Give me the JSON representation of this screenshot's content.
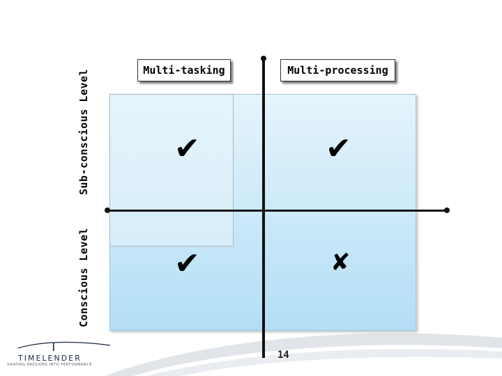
{
  "headers": {
    "multitasking": "Multi-tasking",
    "multiprocessing": "Multi-processing"
  },
  "row_labels": {
    "subconscious": "Sub-conscious Level",
    "conscious": "Conscious Level"
  },
  "cells": {
    "subconscious_multitasking": "✔",
    "subconscious_multiprocessing": "✔",
    "conscious_multitasking": "✔",
    "conscious_multiprocessing": "✘"
  },
  "page_number": "14",
  "logo": {
    "name": "TIMELENDER",
    "tagline": "SHAPING PASSIONS INTO PERFORMANCE"
  }
}
